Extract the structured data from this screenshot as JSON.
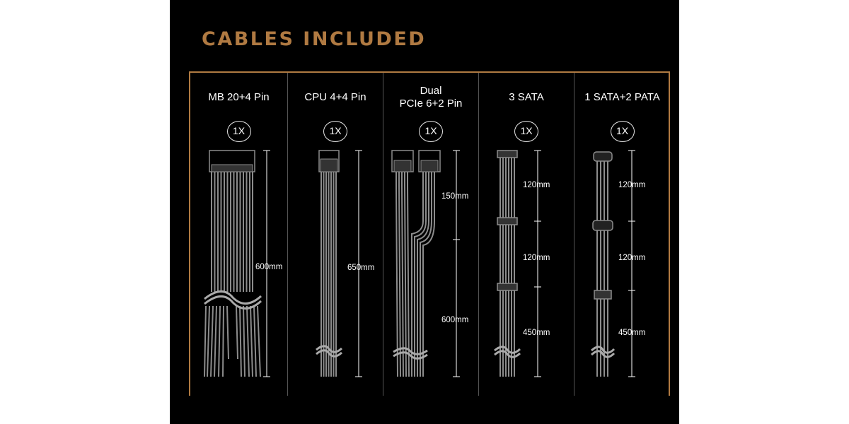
{
  "title": "CABLES INCLUDED",
  "colors": {
    "accent": "#b07a42",
    "background": "#000000",
    "cable": "#8c8c8c",
    "text": "#ffffff"
  },
  "columns": [
    {
      "label_lines": [
        "MB 20+4 Pin"
      ],
      "quantity": "1X",
      "lengths": [
        "600mm"
      ]
    },
    {
      "label_lines": [
        "CPU 4+4 Pin"
      ],
      "quantity": "1X",
      "lengths": [
        "650mm"
      ]
    },
    {
      "label_lines": [
        "Dual",
        "PCIe 6+2 Pin"
      ],
      "quantity": "1X",
      "lengths": [
        "150mm",
        "600mm"
      ]
    },
    {
      "label_lines": [
        "3 SATA"
      ],
      "quantity": "1X",
      "lengths": [
        "120mm",
        "120mm",
        "450mm"
      ]
    },
    {
      "label_lines": [
        "1 SATA+2 PATA"
      ],
      "quantity": "1X",
      "lengths": [
        "120mm",
        "120mm",
        "450mm"
      ]
    }
  ]
}
